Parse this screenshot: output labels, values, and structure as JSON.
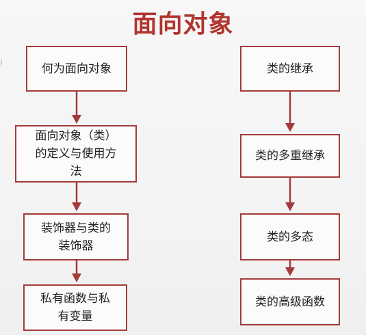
{
  "title": "面向对象",
  "left_column": {
    "items": [
      "何为面向对象",
      "面向对象（类）\n的定义与使用方\n法",
      "装饰器与类的\n装饰器",
      "私有函数与私\n有变量"
    ]
  },
  "right_column": {
    "items": [
      "类的继承",
      "类的多重继承",
      "类的多态",
      "类的高级函数"
    ]
  },
  "colors": {
    "title": "#b0352f",
    "border": "#a33b3b",
    "background": "#f3f3f3",
    "text": "#222222"
  }
}
